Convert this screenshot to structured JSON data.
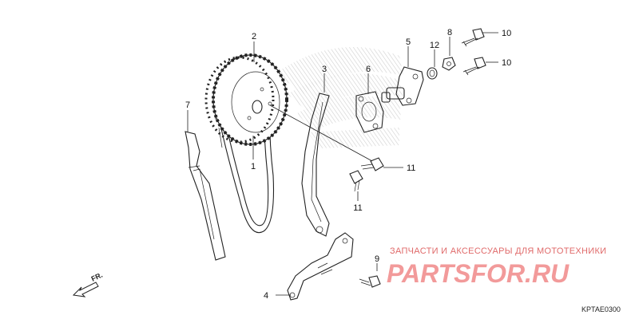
{
  "callouts": {
    "p1": "1",
    "p2": "2",
    "p3": "3",
    "p4": "4",
    "p5": "5",
    "p6": "6",
    "p7": "7",
    "p8": "8",
    "p9": "9",
    "p10a": "10",
    "p10b": "10",
    "p11a": "11",
    "p11b": "11",
    "p12": "12"
  },
  "watermark": {
    "caption": "ЗАПЧАСТИ И АКСЕССУАРЫ ДЛЯ МОТОТЕХНИКИ",
    "brand": "PARTSFOR.RU"
  },
  "direction": {
    "label": "FR."
  },
  "diagram_code": "KPTAE0300",
  "colors": {
    "line": "#222222",
    "watermark": "#f29a9a",
    "watermark_caption": "#e06a6a",
    "logo_hatch": "#d0d0d0"
  },
  "icons": [
    "front-direction-arrow-icon",
    "honda-wing-logo"
  ]
}
